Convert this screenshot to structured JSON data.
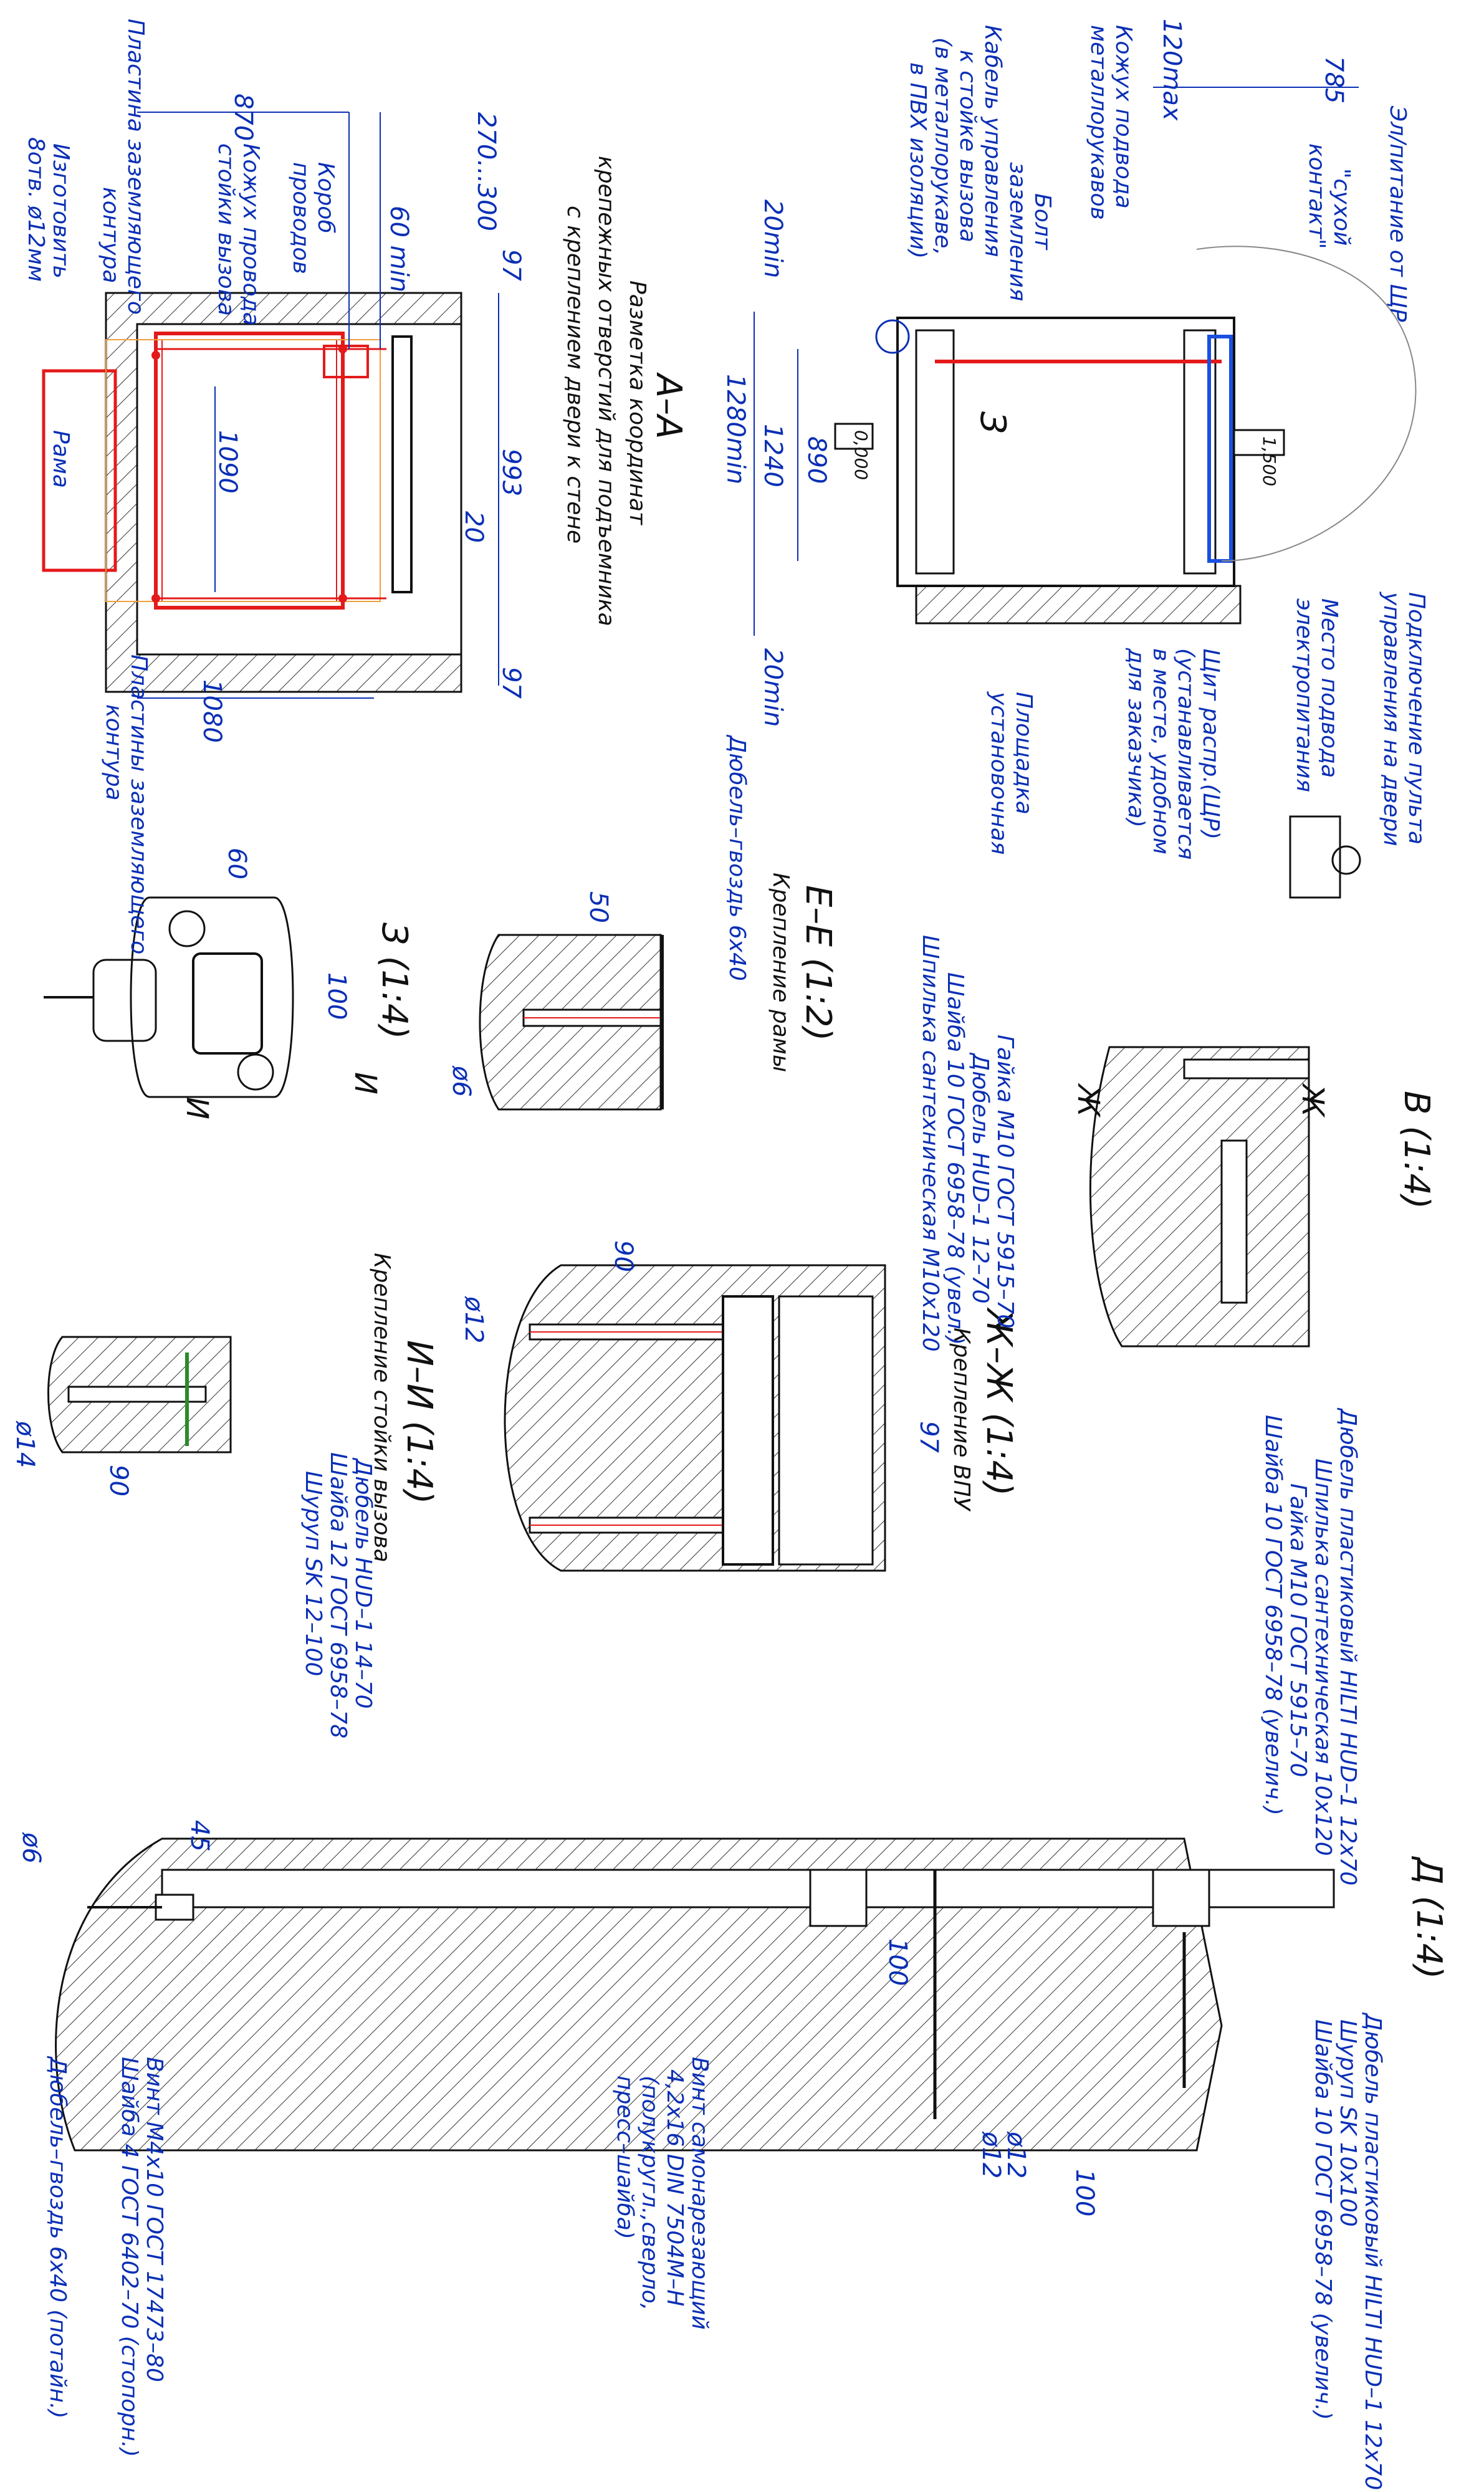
{
  "sections": {
    "aa_title": "A–A",
    "aa_subtitle_1": "Разметка координат",
    "aa_subtitle_2": "крепежных отверстий для подъемника",
    "aa_subtitle_3": "с креплением двери к стене",
    "ee_title": "Е–Е (1:2)",
    "ee_subtitle": "Крепление рамы",
    "z_title": "З (1:4)",
    "v_title": "В (1:4)",
    "zh_title": "Ж–Ж (1:4)",
    "zh_subtitle": "Крепление ВПУ",
    "ii_title": "И–И (1:4)",
    "ii_subtitle": "Крепление стойки вызова",
    "d_title": "Д (1:4)"
  },
  "labels_aa": {
    "plate_ground": "Пластина заземляющего",
    "plate_ground_2": "контура",
    "make": "Изготовить",
    "make_2": "8отв. ø12мм",
    "call_post_cover": "Кожух провода",
    "call_post_cover_2": "стойки вызова",
    "wire_box": "Короб",
    "wire_box_2": "проводов",
    "frame": "Рама",
    "plates_ground": "Пластины заземляющего",
    "plates_ground_2": "контура"
  },
  "labels_top": {
    "cover_hose": "Кожух подвода",
    "cover_hose_2": "металлорукавов",
    "bolt": "Болт",
    "bolt_2": "заземления",
    "control_cable": "Кабель управления",
    "control_cable_2": "к стойке вызова",
    "control_cable_3": "(в металлорукаве,",
    "control_cable_4": "в ПВХ изоляции)",
    "power": "Эл/питание от ЩР",
    "dry_contact": "\"сухой",
    "dry_contact_2": "контакт\"",
    "connect_remote": "Подключение пульта",
    "connect_remote_2": "управления на двери",
    "power_place": "Место подвода",
    "power_place_2": "электропитания",
    "panel": "Щит распр.(ЩР)",
    "panel_2": "(устанавливается",
    "panel_3": "в месте, удобном",
    "panel_4": "для заказчика)",
    "platform": "Площадка",
    "platform_2": "установочная",
    "callout_3": "З",
    "level_0": "0,000",
    "level_1500": "1,500"
  },
  "labels_details": {
    "dowel_nail": "Дюбель–гвоздь 6х40",
    "nut_m10": "Гайка М10 ГОСТ 5915–70",
    "dowel_hud": "Дюбель HUD–1 12–70",
    "washer_10": "Шайба 10 ГОСТ 6958–78 (увел.)",
    "stud": "Шпилька сантехническая М10х120",
    "dowel_hud14": "Дюбель HUD–1 14–70",
    "washer_12": "Шайба 12 ГОСТ 6958–78",
    "screw_sk12": "Шуруп SK 12–100",
    "d_dowel": "Дюбель пластиковый HILTI HUD–1 12х70",
    "d_stud": "Шпилька сантехническая 10х120",
    "d_nut": "Гайка М10 ГОСТ 5915–70",
    "d_washer": "Шайба 10 ГОСТ 6958–78 (увелич.)",
    "d2_dowel": "Дюбель пластиковый HILTI HUD–1 12х70",
    "d2_screw": "Шуруп SK 10х100",
    "d2_washer": "Шайба 10 ГОСТ 6958–78 (увелич.)",
    "self_screw": "Винт самонарезающий",
    "self_screw_2": "4,2х16 DIN 7504М–Н",
    "self_screw_3": "(полукругл.,сверло,",
    "self_screw_4": "пресс–шайба)",
    "vint_m4": "Винт М4х10 ГОСТ 17473–80",
    "washer_4": "Шайба 4 ГОСТ 6402–70 (стопорн.)",
    "dowel_nail_2": "Дюбель–гвоздь 6х40 (потайн.)"
  },
  "dims": {
    "d870": "870",
    "d270": "270...300",
    "d60min": "60 min",
    "d97a": "97",
    "d993": "993",
    "d20": "20",
    "d97b": "97",
    "d1090": "1090",
    "d1080": "1080",
    "d785": "785",
    "d120max": "120max",
    "d20min_a": "20min",
    "d1280": "1280min",
    "d1240": "1240",
    "d890": "890",
    "d20min_b": "20min",
    "d50": "50",
    "d60": "60",
    "d100": "100",
    "d6": "ø6",
    "d90a": "90",
    "d12": "ø12",
    "d97c": "97",
    "d14": "ø14",
    "d90b": "90",
    "d45": "45",
    "d6b": "ø6",
    "d100b": "100",
    "d12b": "ø12",
    "d12c": "ø12",
    "d100c": "100"
  },
  "section_marks": {
    "i_left": "И",
    "i_right": "И",
    "zh_left": "Ж",
    "zh_right": "Ж"
  }
}
